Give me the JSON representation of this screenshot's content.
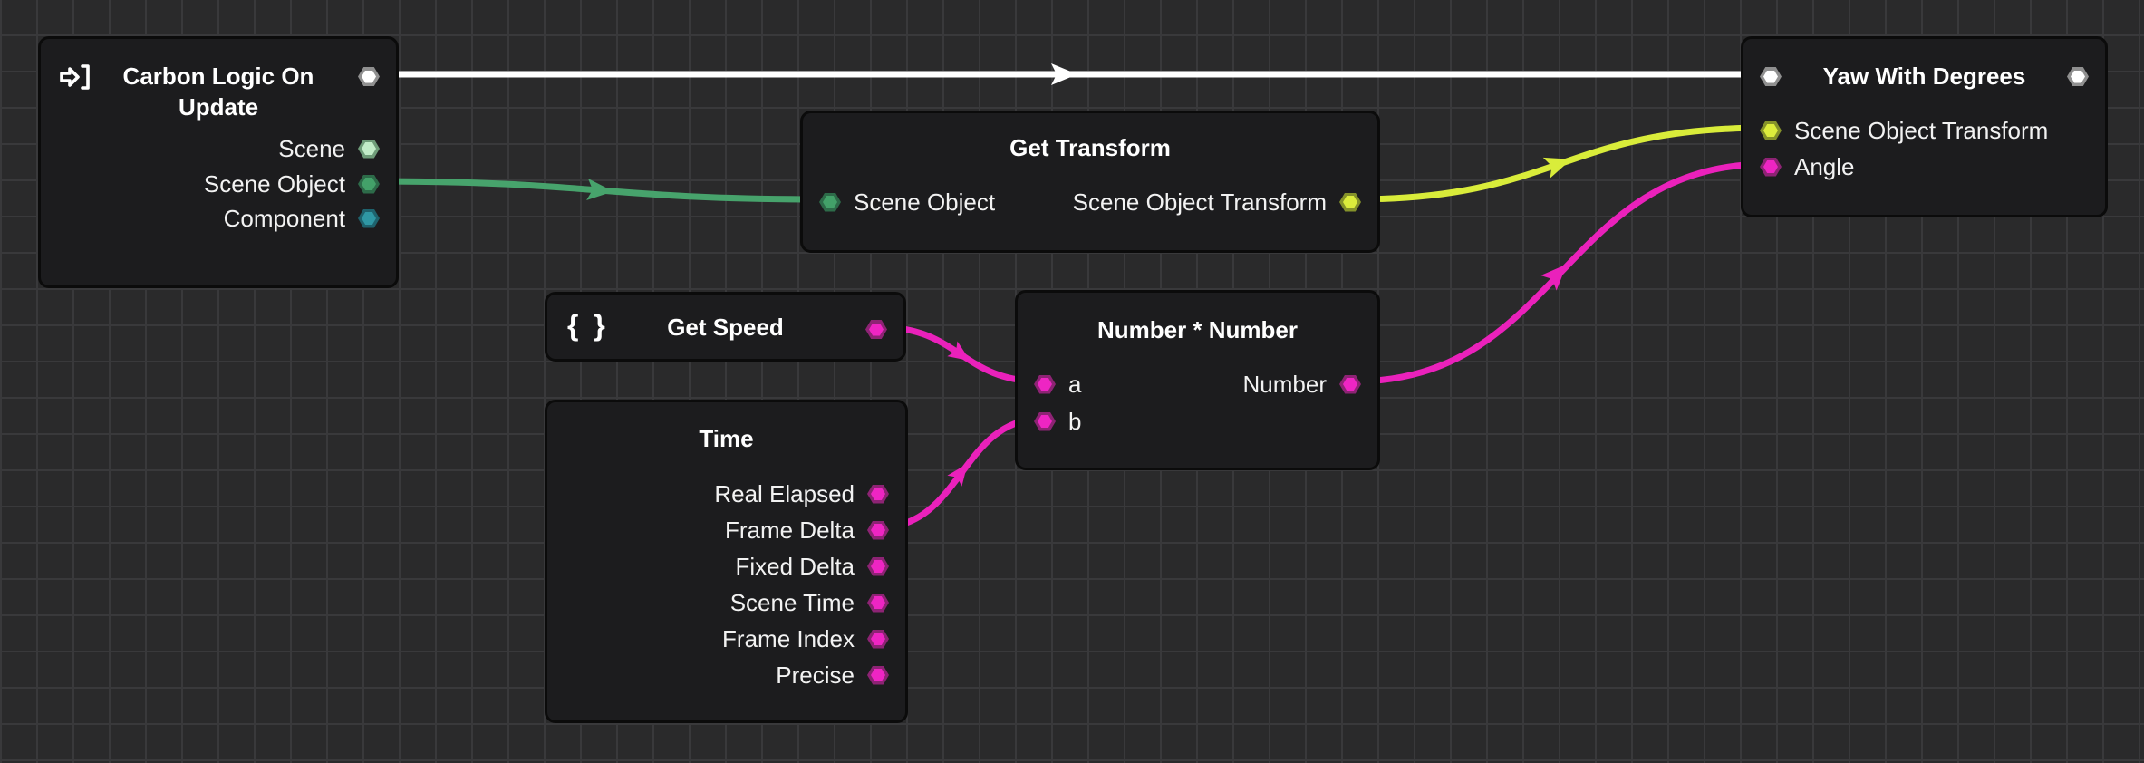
{
  "colors": {
    "canvas-bg": "#2a2a2b",
    "grid-line": "#39393b",
    "node-bg": "#1c1c1e",
    "node-border": "#0b0b0b",
    "text": "#f2f2f2",
    "wire-exec": "#ffffff",
    "wire-scene-object": "#47a36c",
    "wire-transform": "#d9ec3a",
    "wire-number": "#ea21bb",
    "port-exec-fill": "#ffffff",
    "port-exec-ring": "#909090",
    "port-scene-fill": "#c2ecc8",
    "port-scene-ring": "#6f9c79",
    "port-scene-object-fill": "#43a169",
    "port-scene-object-ring": "#2d6b49",
    "port-component-fill": "#2f97a4",
    "port-component-ring": "#1e626d",
    "port-transform-fill": "#dcec3c",
    "port-transform-ring": "#85922a",
    "port-number-fill": "#ee25c3",
    "port-number-ring": "#8d2374"
  },
  "nodes": {
    "on_update": {
      "title": "Carbon Logic On Update",
      "icon": "event-enter-icon",
      "outputs": [
        {
          "label": "Scene",
          "type": "scene"
        },
        {
          "label": "Scene Object",
          "type": "scene-object"
        },
        {
          "label": "Component",
          "type": "component"
        }
      ]
    },
    "get_transform": {
      "title": "Get Transform",
      "inputs": [
        {
          "label": "Scene Object",
          "type": "scene-object"
        }
      ],
      "outputs": [
        {
          "label": "Scene Object Transform",
          "type": "transform"
        }
      ]
    },
    "get_speed": {
      "title": "Get Speed",
      "icon_glyph": "{ }",
      "outputs": [
        {
          "label": "",
          "type": "number"
        }
      ]
    },
    "time": {
      "title": "Time",
      "outputs": [
        {
          "label": "Real Elapsed",
          "type": "number"
        },
        {
          "label": "Frame Delta",
          "type": "number"
        },
        {
          "label": "Fixed Delta",
          "type": "number"
        },
        {
          "label": "Scene Time",
          "type": "number"
        },
        {
          "label": "Frame Index",
          "type": "number"
        },
        {
          "label": "Precise",
          "type": "number"
        }
      ]
    },
    "multiply": {
      "title": "Number * Number",
      "inputs": [
        {
          "label": "a",
          "type": "number"
        },
        {
          "label": "b",
          "type": "number"
        }
      ],
      "outputs": [
        {
          "label": "Number",
          "type": "number"
        }
      ]
    },
    "yaw": {
      "title": "Yaw With Degrees",
      "inputs": [
        {
          "label": "Scene Object Transform",
          "type": "transform"
        },
        {
          "label": "Angle",
          "type": "number"
        }
      ]
    }
  },
  "connections": [
    {
      "from": "on_update.exec",
      "to": "yaw.exec",
      "type": "exec"
    },
    {
      "from": "on_update.Scene Object",
      "to": "get_transform.Scene Object",
      "type": "scene-object"
    },
    {
      "from": "get_transform.Scene Object Transform",
      "to": "yaw.Scene Object Transform",
      "type": "transform"
    },
    {
      "from": "get_speed.out",
      "to": "multiply.a",
      "type": "number"
    },
    {
      "from": "time.Frame Delta",
      "to": "multiply.b",
      "type": "number"
    },
    {
      "from": "multiply.Number",
      "to": "yaw.Angle",
      "type": "number"
    }
  ]
}
